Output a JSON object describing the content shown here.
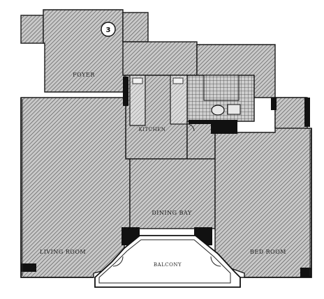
{
  "plan": {
    "unit_number": "3",
    "rooms": {
      "foyer": {
        "label": "FOYER",
        "dims": ""
      },
      "kitchen": {
        "label": "KITCHEN",
        "dims": ""
      },
      "dining": {
        "label": "DINING BAY",
        "dims": ""
      },
      "living": {
        "label": "LIVING ROOM",
        "dims": ""
      },
      "bedroom": {
        "label": "BED ROOM",
        "dims": ""
      },
      "balcony": {
        "label": "BALCONY",
        "dims": ""
      }
    }
  }
}
